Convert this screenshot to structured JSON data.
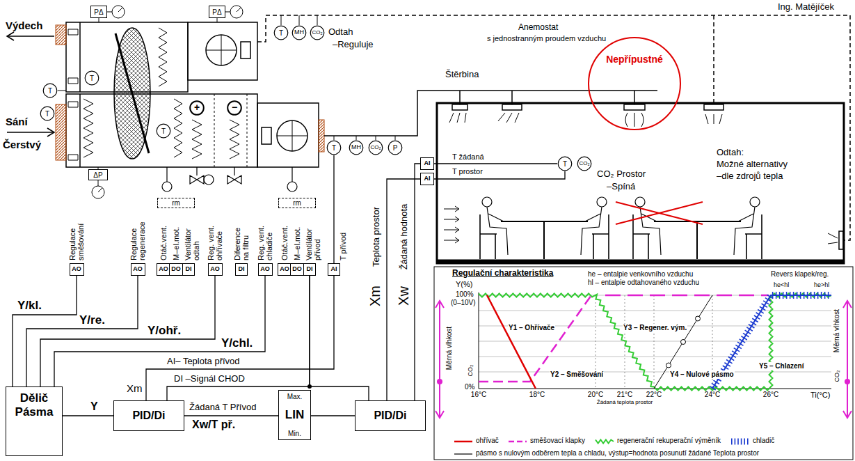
{
  "diagram": {
    "nodes": [
      {
        "text": [
          "PΔ"
        ]
      },
      {
        "text": [
          "PΔ"
        ]
      },
      {
        "text": [
          "T"
        ]
      },
      {
        "text": [
          "MH"
        ]
      },
      {
        "text": [
          "CO₂"
        ]
      },
      {
        "text": [
          "T"
        ]
      },
      {
        "text": [
          "T"
        ]
      },
      {
        "text": [
          "T"
        ]
      },
      {
        "text": [
          "T"
        ]
      },
      {
        "text": [
          "+"
        ]
      },
      {
        "text": [
          "−"
        ]
      },
      {
        "text": [
          "ΔP"
        ]
      },
      {
        "text": [
          "T"
        ]
      },
      {
        "text": [
          "MH"
        ]
      },
      {
        "text": [
          "CO₂"
        ]
      },
      {
        "text": [
          "P"
        ]
      },
      {
        "text": [
          "AI"
        ]
      },
      {
        "text": [
          "AI"
        ]
      },
      {
        "text": [
          "T"
        ]
      },
      {
        "text": [
          "CO₂"
        ]
      },
      {
        "text": [
          "AO"
        ]
      },
      {
        "text": [
          "AO"
        ]
      },
      {
        "text": [
          "AO"
        ]
      },
      {
        "text": [
          "DO"
        ]
      },
      {
        "text": [
          "DI"
        ]
      },
      {
        "text": [
          "AO"
        ]
      },
      {
        "text": [
          "DI"
        ]
      },
      {
        "text": [
          "AO"
        ]
      },
      {
        "text": [
          "AO"
        ]
      },
      {
        "text": [
          "DO"
        ]
      },
      {
        "text": [
          "DI"
        ]
      },
      {
        "text": [
          "AI"
        ]
      },
      {
        "text": [
          "rm"
        ]
      },
      {
        "text": [
          "rm"
        ]
      },
      {
        "text": [
          "Dělič Pásma"
        ]
      },
      {
        "text": [
          "PID/Di"
        ]
      },
      {
        "text": [
          "Max.",
          "LIN",
          "Min."
        ]
      },
      {
        "text": [
          "PID/Di"
        ]
      }
    ],
    "edges": [
      {
        "from": 34,
        "to": 20,
        "arrow": "none",
        "label": "Y/kl."
      },
      {
        "from": 34,
        "to": 21,
        "arrow": "none",
        "label": "Y/re."
      },
      {
        "from": 34,
        "to": 25,
        "arrow": "none",
        "label": "Y/ohř."
      },
      {
        "from": 34,
        "to": 27,
        "arrow": "none",
        "label": "Y/chl."
      },
      {
        "from": 12,
        "to": 31,
        "arrow": "none"
      },
      {
        "from": 31,
        "to": 35,
        "arrow": "none",
        "label": "AI– Teplota přívod"
      },
      {
        "from": 30,
        "to": 35,
        "arrow": "none",
        "label": "DI –Signál CHOD"
      },
      {
        "from": 30,
        "to": 37,
        "arrow": "none"
      },
      {
        "from": 37,
        "to": 36,
        "arrow": "none"
      },
      {
        "from": 36,
        "to": 35,
        "arrow": "none",
        "label": "Xw/T př."
      },
      {
        "from": 35,
        "to": 34,
        "arrow": "none",
        "label": "Y"
      },
      {
        "from": 17,
        "to": 37,
        "arrow": "none"
      },
      {
        "from": 16,
        "to": 37,
        "arrow": "none"
      },
      {
        "from": 18,
        "to": 16,
        "arrow": "none",
        "label": "T žádaná"
      },
      {
        "from": 18,
        "to": 17,
        "arrow": "none",
        "label": "T prostor"
      }
    ],
    "labels": [
      "Výdech",
      "Sání",
      "Čerstvý",
      "Odtah",
      "–Reguluje",
      "Ing. Matějíček",
      "Štěrbina",
      "Anemostat",
      "s jednostranným proudem vzduchu",
      "Nepřípustné",
      "CO₂ Prostor",
      "–Spíná",
      "Odtah:",
      "Možné alternativy",
      "–dle zdrojů tepla",
      "Regulace směšování",
      "Regulace regenerace",
      "Otáč.vent.",
      "M–el.mot.",
      "Ventilátor odtah",
      "Reg. vent. ohřívače",
      "Diference na filtru",
      "Reg. vent. chladiče",
      "Otáč.vent.",
      "M–el.mot.",
      "Ventilátor přívod",
      "T přívod",
      "Xm",
      "Teplota prostor",
      "Xw",
      "Žádaná hodnota",
      "Xm",
      "Žádaná T Přívod",
      "Regulační charakteristika",
      "Y(%)",
      "100%",
      "(0–10V)",
      "0%",
      "he – entalpie venkovního vzduchu",
      "hl – entalpie odtahovaného vzduchu",
      "Revers klapek/reg.",
      "he<hl",
      "he>hl",
      "Y1 – Ohřívače",
      "Y2 – Směšování",
      "Y3 – Regener. vým.",
      "Y4 – Nulové pásmo",
      "Y5 – Chlazení",
      "16°C",
      "18°C",
      "20°C",
      "21°C",
      "22°C",
      "24°C",
      "26°C",
      "Ti(°C)",
      "Žádaná teplota prostor",
      "Měrná vlhkost",
      "CO₂",
      "Měrná vlhkost",
      "CO₂"
    ],
    "legend": [
      {
        "text": "ohřívač",
        "color": "#e00000"
      },
      {
        "text": "směšovací klapky",
        "color": "#e020d0"
      },
      {
        "text": "regenerační rekuperační výměník",
        "color": "#33cc33"
      },
      {
        "text": "chladič",
        "color": "#1a3ad0"
      },
      {
        "text": "pásmo s nulovým odběrem tepla a chladu, výstup=hodnota posunutí žádané Teplota prostor",
        "color": "#000000"
      }
    ]
  }
}
